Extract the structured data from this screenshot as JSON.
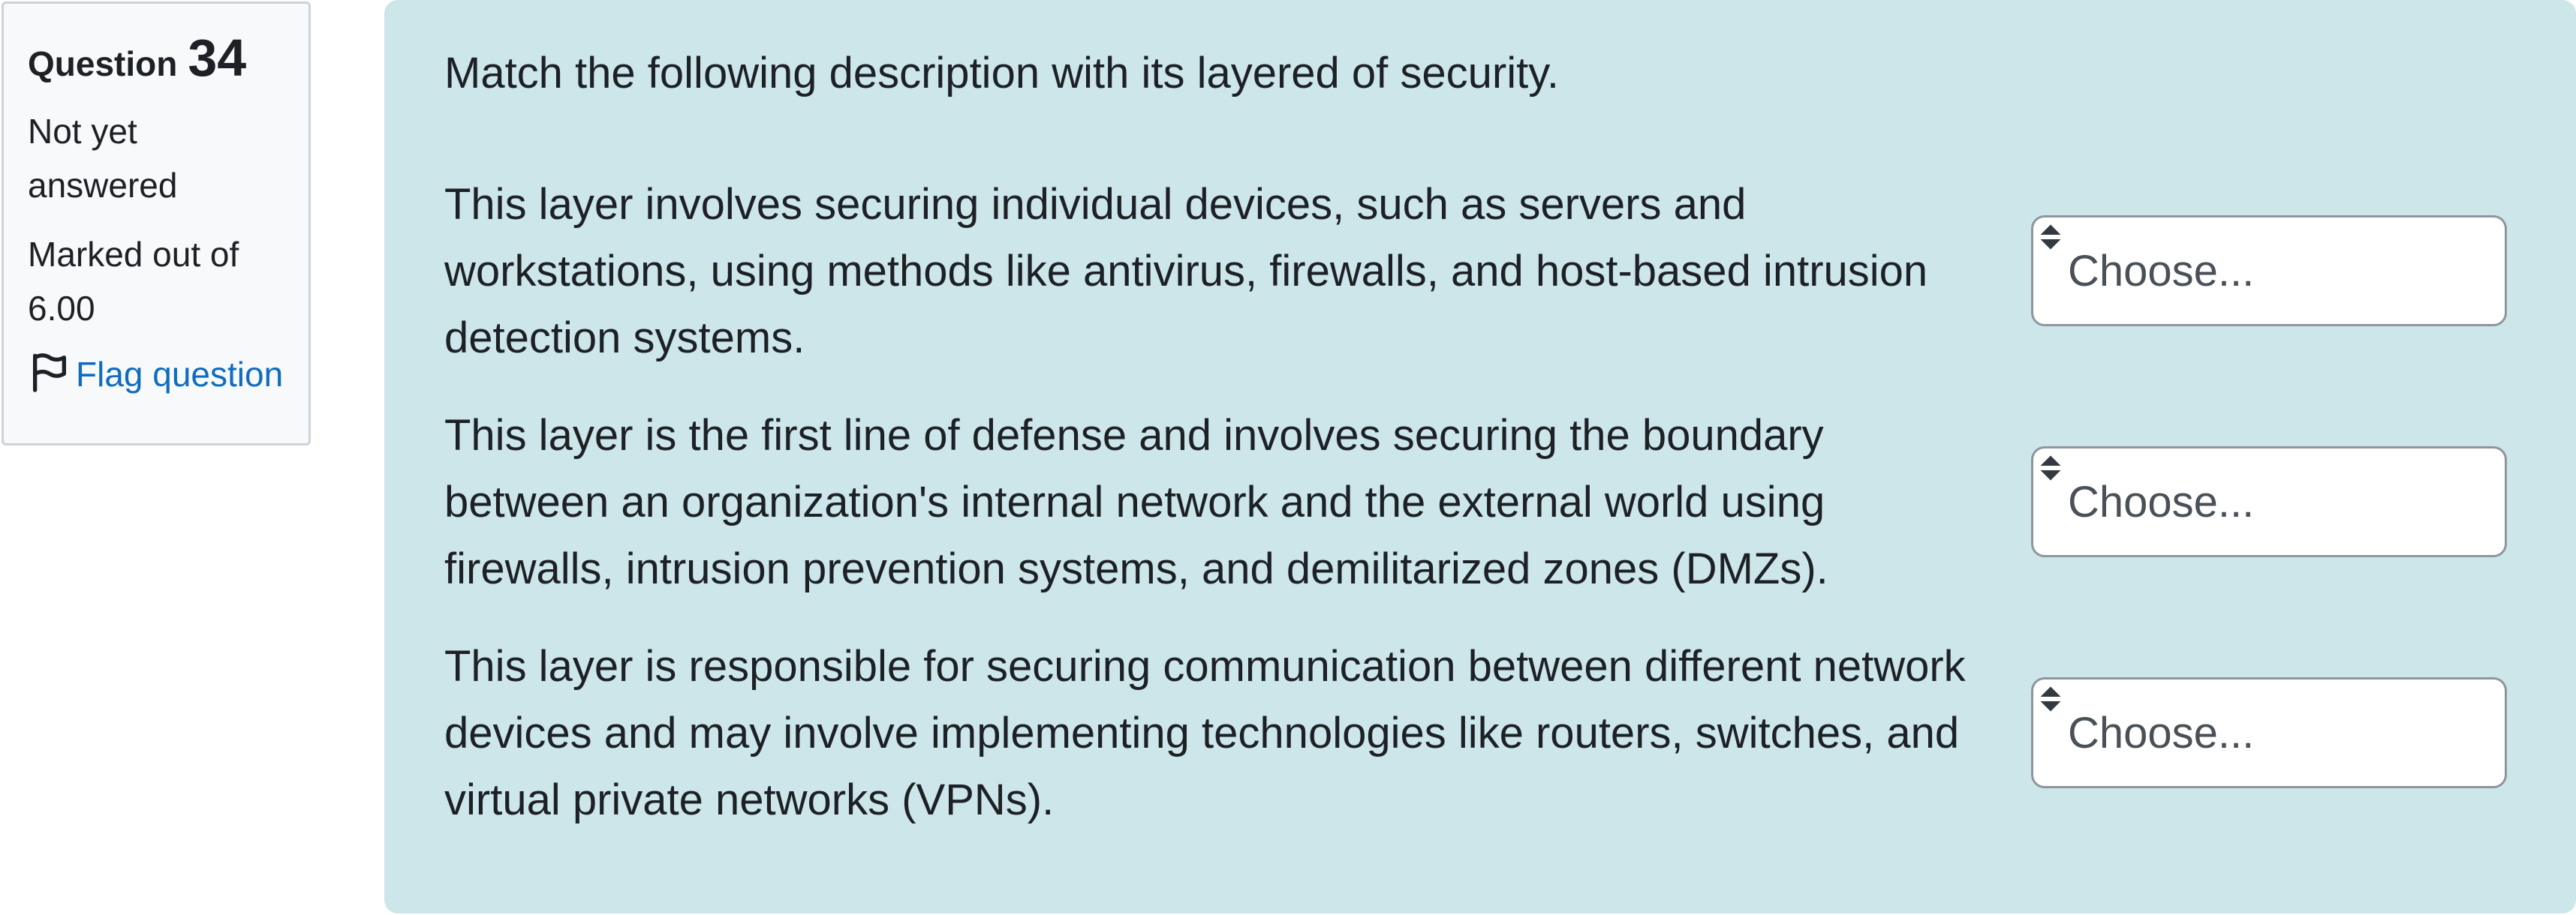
{
  "question_info": {
    "label": "Question",
    "number": "34",
    "state": "Not yet answered",
    "grade": "Marked out of 6.00",
    "flag_label": "Flag question"
  },
  "question": {
    "prompt": "Match the following description with its layered of security.",
    "items": [
      {
        "description": "This layer involves securing individual devices, such as servers and workstations, using methods like antivirus, firewalls, and host-based intrusion detection systems.",
        "selected": "Choose..."
      },
      {
        "description": "This layer is the first line of defense and involves securing the boundary between an organization's internal network and the external world using firewalls, intrusion prevention systems, and demilitarized zones (DMZs).",
        "selected": "Choose..."
      },
      {
        "description": "This layer is responsible for securing communication between different network devices and may involve implementing technologies like routers, switches, and virtual private networks (VPNs).",
        "selected": "Choose..."
      }
    ]
  },
  "colors": {
    "content_bg": "#cce6ea",
    "link": "#0f6cbf",
    "info_bg": "#f8f9fa"
  }
}
